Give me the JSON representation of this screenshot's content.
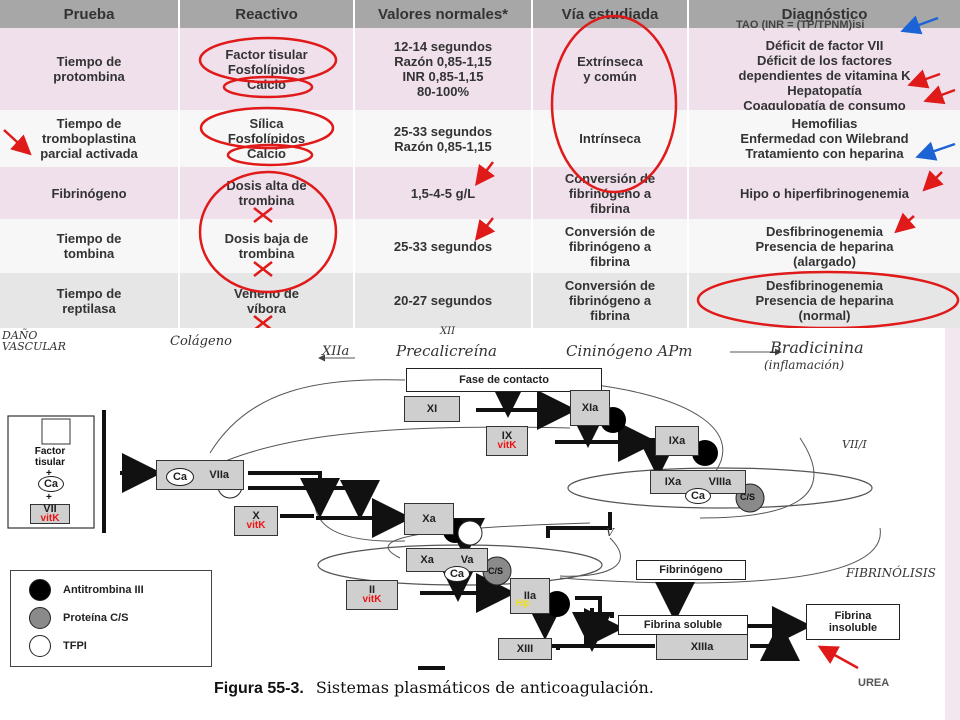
{
  "table": {
    "headers": [
      "Prueba",
      "Reactivo",
      "Valores normales*",
      "Vía estudiada",
      "Diagnóstico"
    ],
    "rows": [
      {
        "prueba": "Tiempo de\nprotombina",
        "reactivo": "Factor tisular\nFosfolípidos\nCalcio",
        "valores": "12-14 segundos\nRazón 0,85-1,15\nINR 0,85-1,15\n80-100%",
        "via": "Extrínseca\ny común",
        "diagnostico": "Déficit de factor VII\nDéficit de los factores\ndependientes de vitamina K\nHepatopatía\nCoagulopatía de consumo"
      },
      {
        "prueba": "Tiempo de\ntromboplastina\nparcial activada",
        "reactivo": "Sílica\nFosfolípidos\nCalcio",
        "valores": "25-33 segundos\nRazón 0,85-1,15",
        "via": "Intrínseca",
        "diagnostico": "Hemofilias\nEnfermedad con Wilebrand\nTratamiento con heparina"
      },
      {
        "prueba": "Fibrinógeno",
        "reactivo": "Dosis alta de\ntrombina",
        "valores": "1,5-4-5 g/L",
        "via": "Conversión de\nfibrinógeno a\nfibrina",
        "diagnostico": "Hipo o hiperfibrinogenemia"
      },
      {
        "prueba": "Tiempo de\ntombina",
        "reactivo": "Dosis baja de\ntrombina",
        "valores": "25-33 segundos",
        "via": "Conversión de\nfibrinógeno a\nfibrina",
        "diagnostico": "Desfibrinogenemia\nPresencia de heparina\n(alargado)"
      },
      {
        "prueba": "Tiempo de\nreptilasa",
        "reactivo": "Veneno de\nvíbora",
        "valores": "20-27 segundos",
        "via": "Conversión de\nfibrinógeno a\nfibrina",
        "diagnostico": "Desfibrinogenemia\nPresencia de heparina\n(normal)"
      }
    ],
    "tao_note": "TAO   (INR = (TP/TPNM)isi"
  },
  "annotations": {
    "handwritten_top": "DAÑO\nVASCULAR",
    "colageno": "Colágeno",
    "xii_a": "XIIa",
    "xii": "XII",
    "precalicreina": "Precalicreína",
    "cininogeno": "Cininógeno APm",
    "bradicinina": "Bradicinina",
    "inflamacion": "(inflamación)",
    "vii_i": "VII/I",
    "v_hand": "V",
    "fibrinolisis": "FIBRINÓLISIS",
    "urea": "UREA"
  },
  "diagram": {
    "fase_contacto": "Fase de contacto",
    "factor_tisular": "Factor\ntisular",
    "plus": "+",
    "ca": "Ca",
    "vii": "VII",
    "viia": "VIIa",
    "xi": "XI",
    "xia": "XIa",
    "ix": "IX",
    "ixa": "IXa",
    "ixa2": "IXa",
    "viiia": "VIIIa",
    "cs": "C/S",
    "x": "X",
    "xa": "Xa",
    "xa2": "Xa",
    "va": "Va",
    "ii": "II",
    "iia": "IIa",
    "hp": "Hp",
    "xiii": "XIII",
    "xiiia": "XIIIa",
    "fibrinogeno": "Fibrinógeno",
    "fibrina_soluble": "Fibrina soluble",
    "fibrina_insoluble": "Fibrina\ninsoluble",
    "vitk": "vitK"
  },
  "legend": {
    "items": [
      {
        "label": "Antitrombina III",
        "color": "#000000"
      },
      {
        "label": "Proteína C/S",
        "color": "#8a8a8a"
      },
      {
        "label": "TFPI",
        "color": "#ffffff"
      }
    ]
  },
  "caption": {
    "figure": "Figura 55-3.",
    "text": "Sistemas plasmáticos de anticoagulación."
  },
  "colors": {
    "red": "#e01919",
    "blue": "#1c63d6",
    "header": "#a7a7a7",
    "row_pink": "#efe0ec"
  }
}
